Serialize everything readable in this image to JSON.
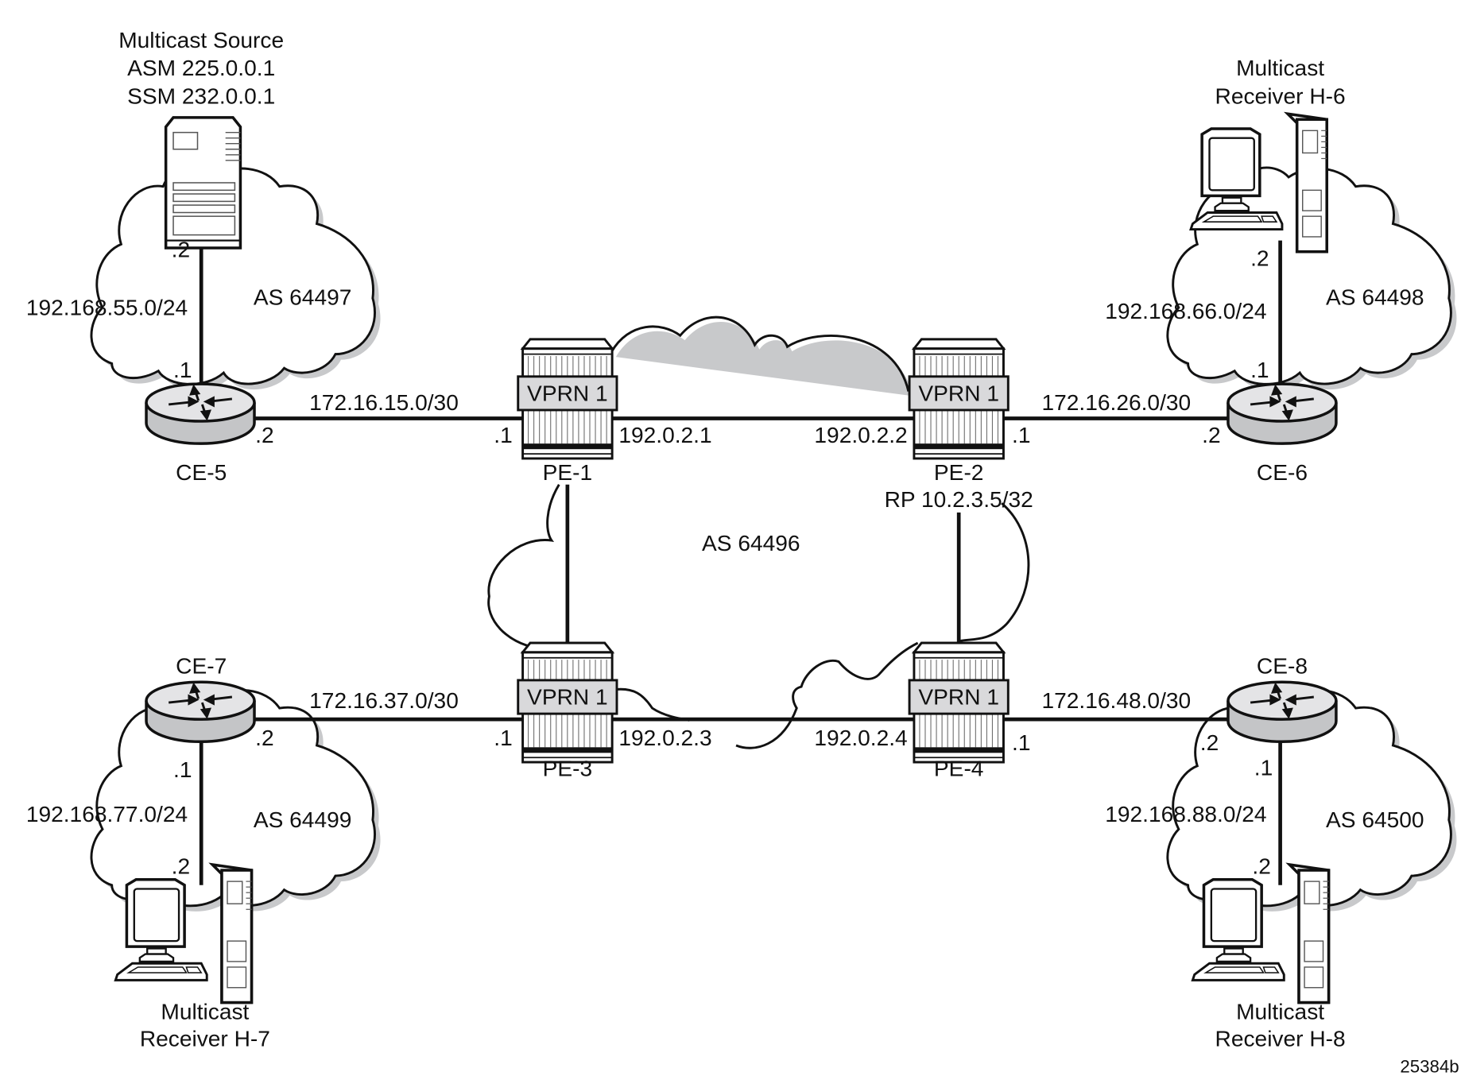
{
  "diagram": {
    "figure_id": "25384b",
    "core": {
      "as_label": "AS 64496",
      "pe_routers": [
        {
          "name": "PE-1",
          "service": "VPRN 1",
          "system_ip": "192.0.2.1",
          "note": ""
        },
        {
          "name": "PE-2",
          "service": "VPRN 1",
          "system_ip": "192.0.2.2",
          "note": "RP 10.2.3.5/32"
        },
        {
          "name": "PE-3",
          "service": "VPRN 1",
          "system_ip": "192.0.2.3",
          "note": ""
        },
        {
          "name": "PE-4",
          "service": "VPRN 1",
          "system_ip": "192.0.2.4",
          "note": ""
        }
      ]
    },
    "sites": [
      {
        "ce": "CE-5",
        "as_label": "AS 64497",
        "lan_subnet": "192.168.55.0/24",
        "ce_lan_addr": ".1",
        "host_addr": ".2",
        "host_label_lines": [
          "Multicast Source",
          "ASM 225.0.0.1",
          "SSM 232.0.0.1"
        ],
        "host_type": "server",
        "wan_subnet": "172.16.15.0/30",
        "ce_wan_addr": ".2",
        "pe_wan_addr": ".1"
      },
      {
        "ce": "CE-6",
        "as_label": "AS 64498",
        "lan_subnet": "192.168.66.0/24",
        "ce_lan_addr": ".1",
        "host_addr": ".2",
        "host_label_lines": [
          "Multicast",
          "Receiver H-6"
        ],
        "host_type": "workstation",
        "wan_subnet": "172.16.26.0/30",
        "ce_wan_addr": ".2",
        "pe_wan_addr": ".1"
      },
      {
        "ce": "CE-7",
        "as_label": "AS 64499",
        "lan_subnet": "192.168.77.0/24",
        "ce_lan_addr": ".1",
        "host_addr": ".2",
        "host_label_lines": [
          "Multicast",
          "Receiver H-7"
        ],
        "host_type": "workstation",
        "wan_subnet": "172.16.37.0/30",
        "ce_wan_addr": ".2",
        "pe_wan_addr": ".1"
      },
      {
        "ce": "CE-8",
        "as_label": "AS 64500",
        "lan_subnet": "192.168.88.0/24",
        "ce_lan_addr": ".1",
        "host_addr": ".2",
        "host_label_lines": [
          "Multicast",
          "Receiver H-8"
        ],
        "host_type": "workstation",
        "wan_subnet": "172.16.48.0/30",
        "ce_wan_addr": ".2",
        "pe_wan_addr": ".1"
      }
    ],
    "colors": {
      "line": "#111111",
      "device_fill": "#d9d9db",
      "router_top": "#e4e4e6",
      "router_side": "#c4c5c7",
      "shadow": "#c8c9cb"
    }
  }
}
